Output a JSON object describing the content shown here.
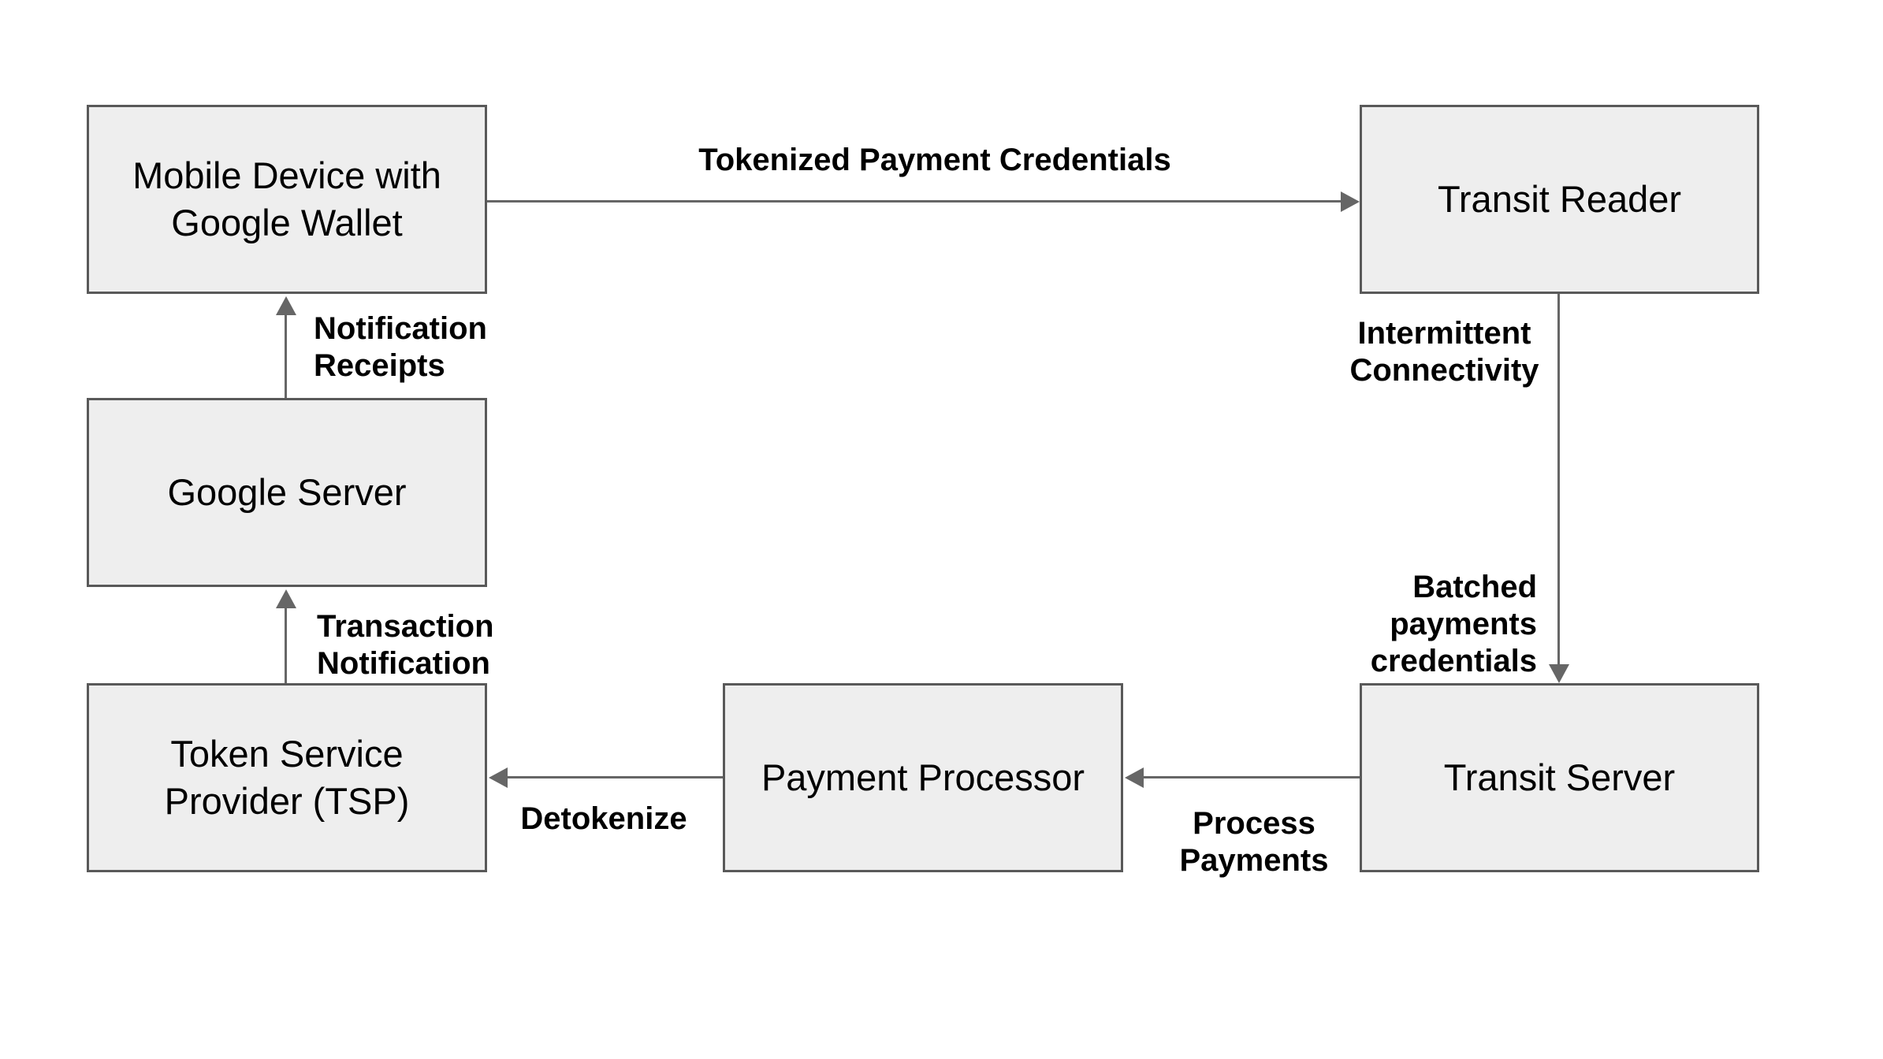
{
  "colors": {
    "background": "#ffffff",
    "box_fill": "#eeeeee",
    "box_border": "#595959",
    "arrow": "#666666",
    "text": "#000000"
  },
  "nodes": {
    "mobile": {
      "label": "Mobile Device with\nGoogle Wallet"
    },
    "reader": {
      "label": "Transit Reader"
    },
    "google": {
      "label": "Google Server"
    },
    "tsp": {
      "label": "Token Service\nProvider (TSP)"
    },
    "processor": {
      "label": "Payment Processor"
    },
    "transit": {
      "label": "Transit Server"
    }
  },
  "edges": {
    "tokenized": {
      "label": "Tokenized Payment Credentials"
    },
    "notification_receipts": {
      "label": "Notification\nReceipts"
    },
    "transaction_notification": {
      "label": "Transaction\nNotification"
    },
    "intermittent": {
      "label": "Intermittent\nConnectivity"
    },
    "batched": {
      "label": "Batched\npayments\ncredentials"
    },
    "process": {
      "label": "Process\nPayments"
    },
    "detokenize": {
      "label": "Detokenize"
    }
  }
}
